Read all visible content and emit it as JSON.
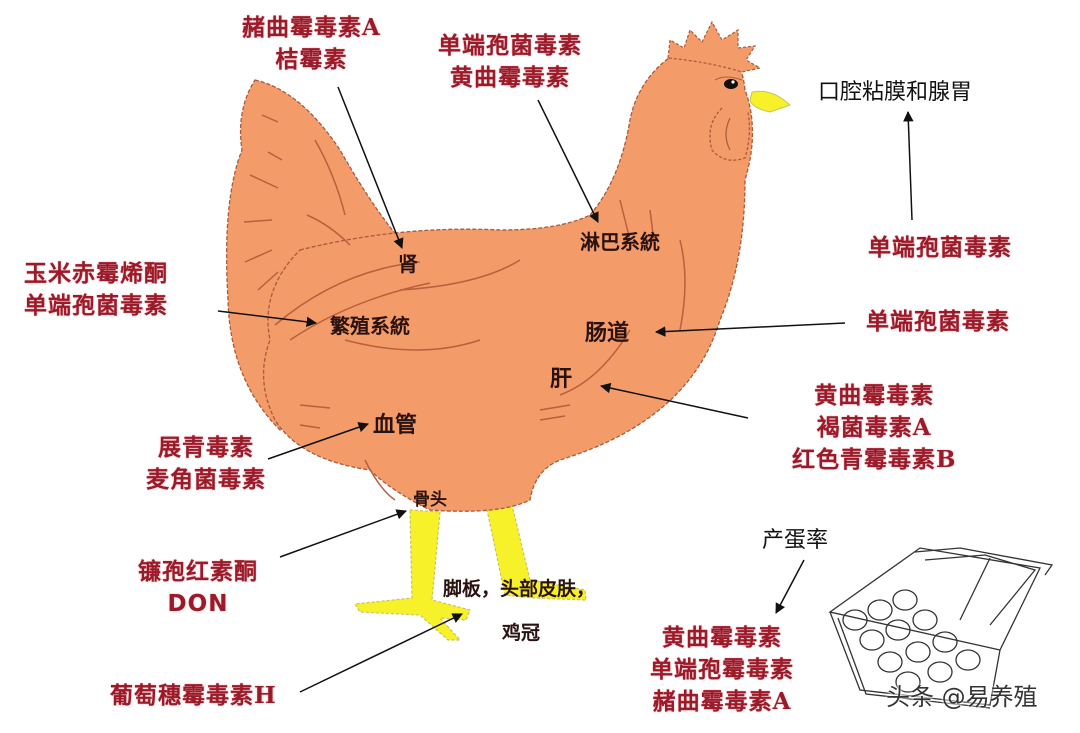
{
  "diagram": {
    "subject": "chicken",
    "colors": {
      "body": "#f49b6a",
      "outline": "#a85a3a",
      "legs_beak": "#f7f12a",
      "toxin_text": "#9b1a2a",
      "organ_text": "#2a1210"
    },
    "organs": {
      "kidney": "肾",
      "lymph": "淋巴系統",
      "reproductive": "繁殖系統",
      "intestine": "肠道",
      "liver": "肝",
      "blood_vessel": "血管",
      "bone": "骨头",
      "feet_skin_line1": "脚板，头部皮肤，",
      "feet_skin_line2": "鸡冠",
      "mouth": "口腔粘膜和腺胃",
      "egg_rate": "产蛋率"
    },
    "toxins": {
      "kidney": [
        "赭曲霉毒素A",
        "桔霉素"
      ],
      "lymph": [
        "单端孢菌毒素",
        "黄曲霉毒素"
      ],
      "mouth": [
        "单端孢菌毒素"
      ],
      "reproductive": [
        "玉米赤霉烯酮",
        "单端孢菌毒素"
      ],
      "intestine": [
        "单端孢菌毒素"
      ],
      "liver": [
        "黄曲霉毒素",
        "褐菌毒素A",
        "红色青霉毒素B"
      ],
      "blood_vessel": [
        "展青毒素",
        "麦角菌毒素"
      ],
      "bone": [
        "镰孢红素酮",
        "DON"
      ],
      "feet": [
        "葡萄穗霉毒素H"
      ],
      "egg_rate": [
        "黄曲霉毒素",
        "单端孢霉毒素",
        "赭曲霉毒素A"
      ]
    },
    "watermark": "头条 @易养殖"
  }
}
